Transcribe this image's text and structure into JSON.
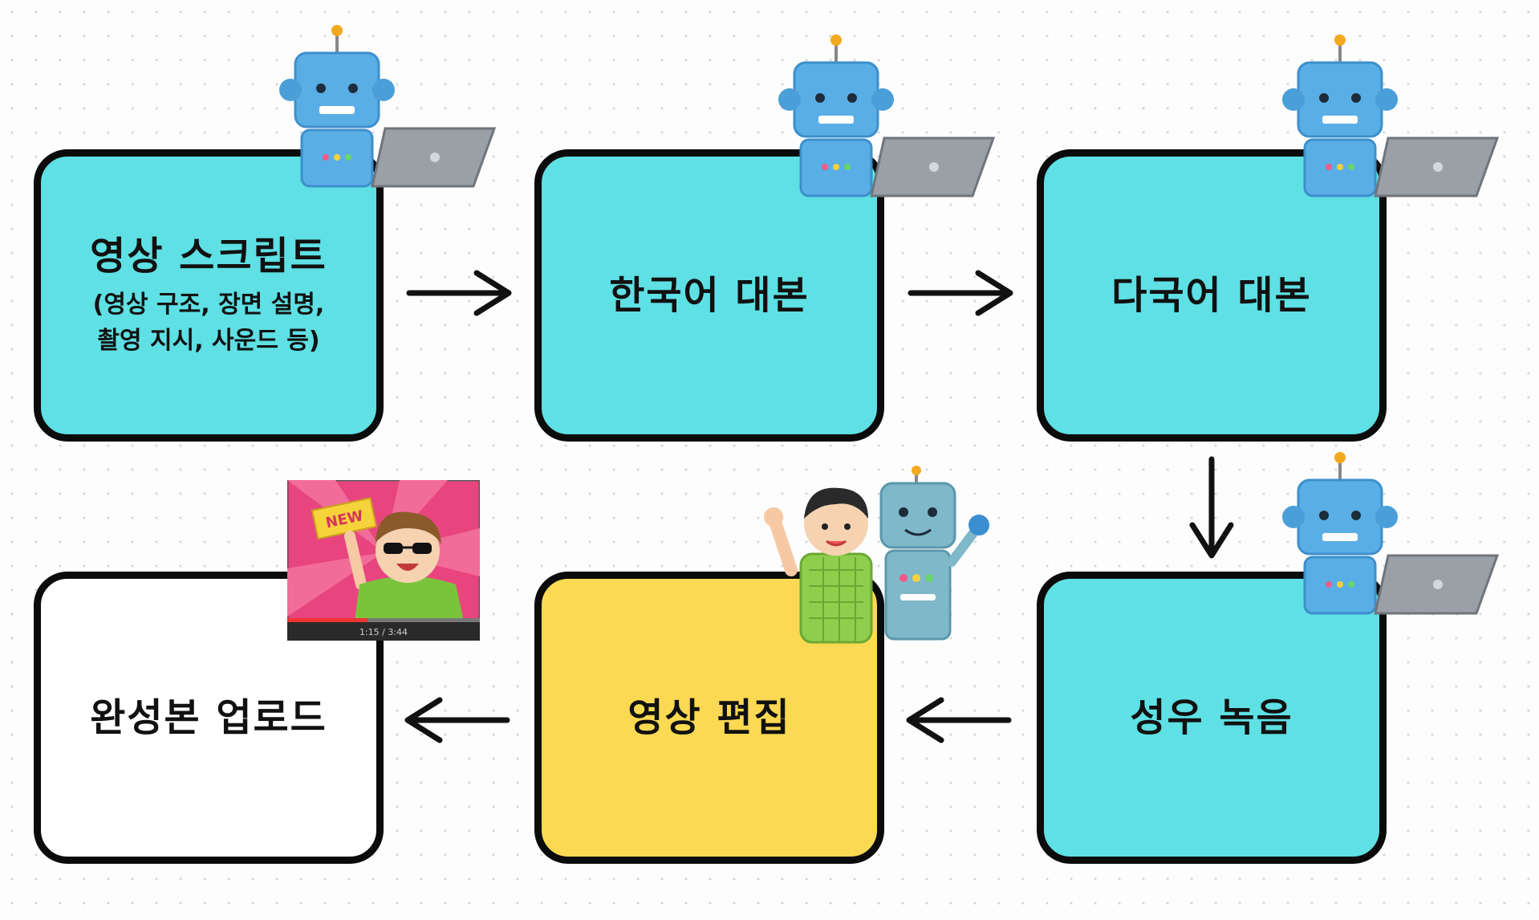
{
  "steps": [
    {
      "title": "영상 스크립트",
      "subtitle_line1": "(영상 구조, 장면 설명,",
      "subtitle_line2": "촬영 지시, 사운드 등)"
    },
    {
      "title": "한국어 대본"
    },
    {
      "title": "다국어 대본"
    },
    {
      "title": "성우 녹음"
    },
    {
      "title": "영상 편집"
    },
    {
      "title": "완성본 업로드"
    }
  ],
  "thumbnail": {
    "badge": "NEW",
    "time": "1:15 / 3:44"
  },
  "colors": {
    "step_blue": "#5ee0e4",
    "step_yellow": "#fbd952",
    "step_white": "#ffffff",
    "border": "#0b0b0b"
  },
  "icons": [
    "robot-with-laptop-icon",
    "boy-and-robot-icon",
    "video-thumbnail-icon",
    "arrow-right-icon",
    "arrow-down-icon",
    "arrow-left-icon"
  ]
}
